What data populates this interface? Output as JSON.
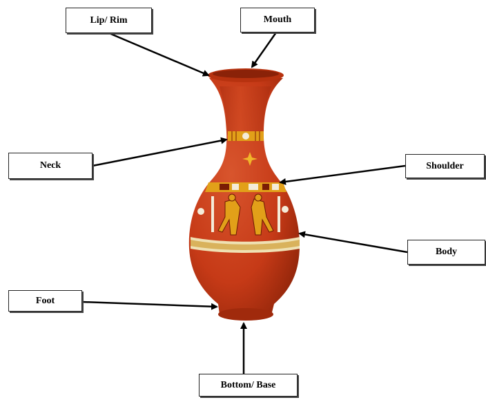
{
  "labels": {
    "lip_rim": "Lip/ Rim",
    "mouth": "Mouth",
    "neck": "Neck",
    "shoulder": "Shoulder",
    "body": "Body",
    "foot": "Foot",
    "bottom_base": "Bottom/ Base"
  },
  "colors": {
    "vase": "#c63a17",
    "vase_dark": "#9e2a0f",
    "band_gold": "#e2a019",
    "band_cream": "#efe1b4",
    "pattern_white": "#f4ecd9",
    "arrow": "#000000"
  }
}
